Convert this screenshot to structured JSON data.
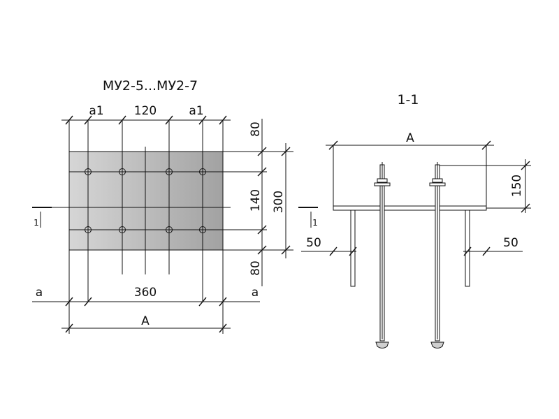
{
  "plan_view": {
    "title": "МУ2-5...МУ2-7",
    "dims": {
      "top_left": "a1",
      "top_mid": "120",
      "top_right": "a1",
      "right_top": "80",
      "right_mid": "140",
      "right_total": "300",
      "right_bottom": "80",
      "bottom_left": "a",
      "bottom_mid": "360",
      "bottom_right": "a",
      "bottom_total": "A"
    },
    "section_mark": "1"
  },
  "section_view": {
    "title": "1-1",
    "dims": {
      "top": "A",
      "right_height": "150",
      "left_offset": "50",
      "right_offset": "50"
    },
    "section_mark": "1"
  },
  "colors": {
    "plate_fill_light": "#d8d8d8",
    "plate_fill_dark": "#a3a3a3",
    "line": "#111111"
  }
}
